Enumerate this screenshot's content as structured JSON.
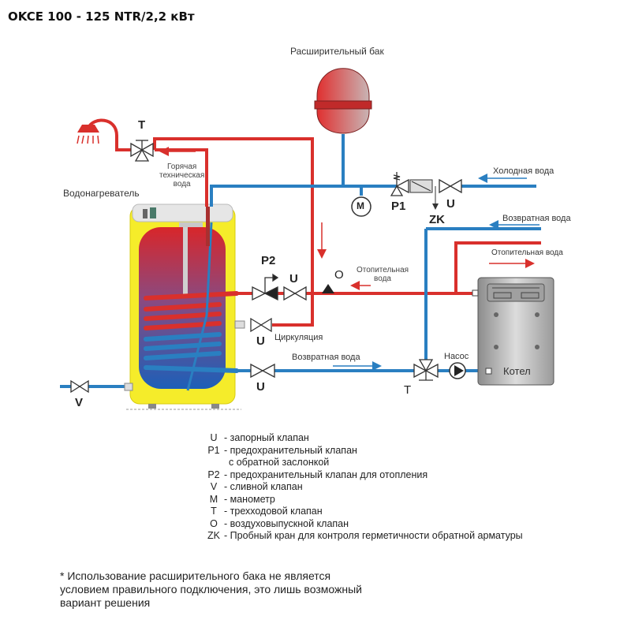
{
  "title": "OKCE 100 - 125 NTR/2,2 кВт",
  "labels": {
    "expansion_tank": "Расширительный бак",
    "water_heater": "Водонагреватель",
    "hot_water": [
      "Горячая",
      "техническая",
      "вода"
    ],
    "cold_water": "Холодная вода",
    "return_water_right": "Возвратная  вода",
    "heating_water_right": "Отопительная вода",
    "heating_water_mid": [
      "Отопительная",
      "вода"
    ],
    "circulation": "Циркуляция",
    "return_water_bottom": "Возвратная  вода",
    "pump": "Насос",
    "boiler": "Котел"
  },
  "symbols": {
    "t_top": "T",
    "p1": "P1",
    "u_top": "U",
    "zk": "ZK",
    "m": "M",
    "p2": "P2",
    "u_p2": "U",
    "o": "O",
    "u_circ": "U",
    "u_bottom": "U",
    "t_bottom": "T",
    "v": "V"
  },
  "legend": [
    {
      "code": "U",
      "text": "- запорный клапан"
    },
    {
      "code": "P1",
      "text": "- предохранительный клапан"
    },
    {
      "code": "",
      "text": "с обратной заслонкой",
      "continuation": true
    },
    {
      "code": "P2",
      "text": "- предохранительный клапан для отопления"
    },
    {
      "code": "V",
      "text": "- сливной клапан"
    },
    {
      "code": "M",
      "text": "- манометр"
    },
    {
      "code": "T",
      "text": "- трехходовой клапан"
    },
    {
      "code": "O",
      "text": "- воздуховыпускной клапан"
    },
    {
      "code": "ZK",
      "text": "- Пробный кран для контроля герметичности обратной арматуры"
    }
  ],
  "note": [
    "* Использование расширительного бака не является",
    "условием правильного подключения, это лишь возможный",
    "вариант решения"
  ],
  "colors": {
    "hot_pipe": "#d9302c",
    "cold_pipe": "#2a7fc1",
    "heater_body": "#f5ec2a",
    "boiler_body": "#b9b9b9"
  }
}
